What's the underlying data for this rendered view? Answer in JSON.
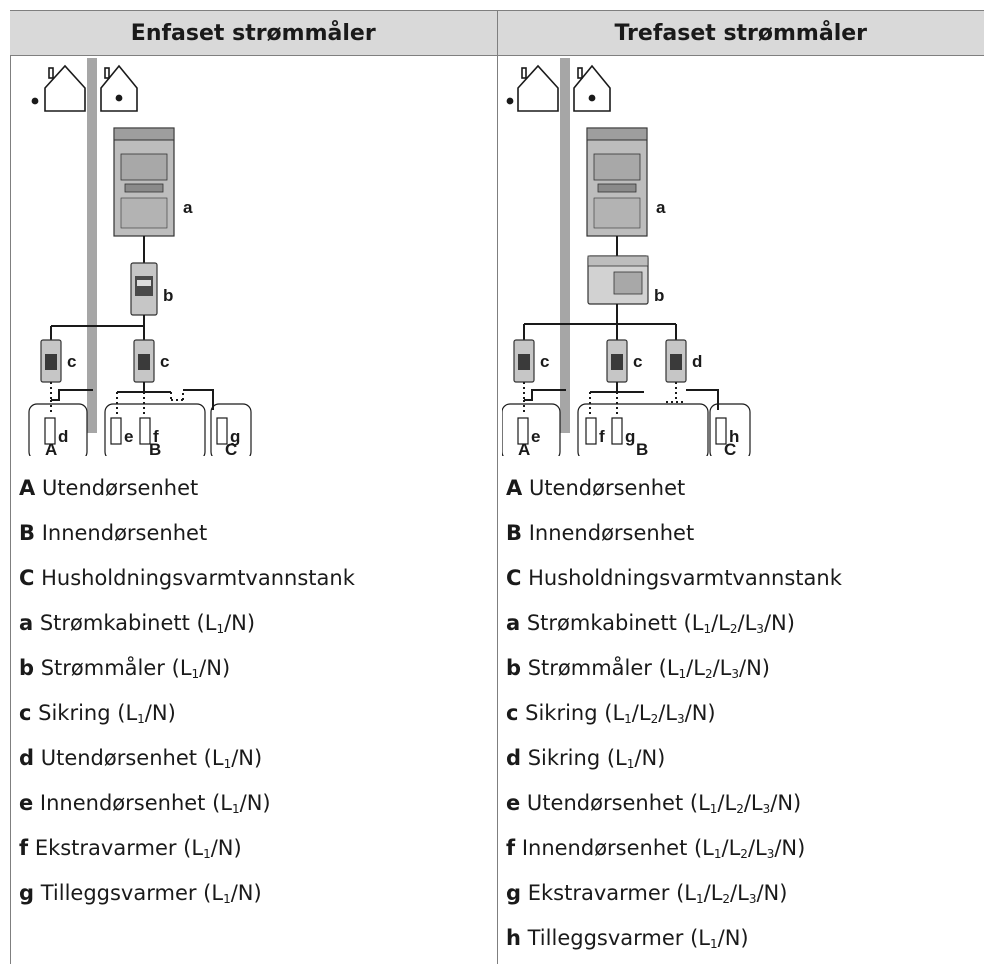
{
  "columns": [
    {
      "header": "Enfaset strømmåler",
      "diagram": {
        "zone_labels": [
          "A",
          "B",
          "C"
        ],
        "component_labels": {
          "cabinet": "a",
          "meter": "b",
          "fuse1": "c",
          "fuse2": "c",
          "outdoor": "d",
          "indoor1": "e",
          "indoor2": "f",
          "tank": "g"
        }
      },
      "legend": [
        {
          "key": "A",
          "text": "Utendørsenhet",
          "subs": []
        },
        {
          "key": "B",
          "text": "Innendørsenhet",
          "subs": []
        },
        {
          "key": "C",
          "text": "Husholdningsvarmtvannstank",
          "subs": []
        },
        {
          "key": "a",
          "text": "Strømkabinett (",
          "subs": [
            "1"
          ],
          "suffix": "/N)"
        },
        {
          "key": "b",
          "text": "Strømmåler (",
          "subs": [
            "1"
          ],
          "suffix": "/N)"
        },
        {
          "key": "c",
          "text": "Sikring (",
          "subs": [
            "1"
          ],
          "suffix": "/N)"
        },
        {
          "key": "d",
          "text": "Utendørsenhet (",
          "subs": [
            "1"
          ],
          "suffix": "/N)"
        },
        {
          "key": "e",
          "text": "Innendørsenhet (",
          "subs": [
            "1"
          ],
          "suffix": "/N)"
        },
        {
          "key": "f",
          "text": "Ekstravarmer (",
          "subs": [
            "1"
          ],
          "suffix": "/N)"
        },
        {
          "key": "g",
          "text": "Tilleggsvarmer (",
          "subs": [
            "1"
          ],
          "suffix": "/N)"
        }
      ]
    },
    {
      "header": "Trefaset strømmåler",
      "diagram": {
        "zone_labels": [
          "A",
          "B",
          "C"
        ],
        "component_labels": {
          "cabinet": "a",
          "meter": "b",
          "fuse1": "c",
          "fuse2": "c",
          "fuse3": "d",
          "outdoor": "e",
          "indoor1": "f",
          "indoor2": "g",
          "tank": "h"
        }
      },
      "legend": [
        {
          "key": "A",
          "text": "Utendørsenhet",
          "subs": []
        },
        {
          "key": "B",
          "text": "Innendørsenhet",
          "subs": []
        },
        {
          "key": "C",
          "text": "Husholdningsvarmtvannstank",
          "subs": []
        },
        {
          "key": "a",
          "text": "Strømkabinett (",
          "subs": [
            "1",
            "2",
            "3"
          ],
          "suffix": "/N)"
        },
        {
          "key": "b",
          "text": "Strømmåler (",
          "subs": [
            "1",
            "2",
            "3"
          ],
          "suffix": "/N)"
        },
        {
          "key": "c",
          "text": "Sikring (",
          "subs": [
            "1",
            "2",
            "3"
          ],
          "suffix": "/N)"
        },
        {
          "key": "d",
          "text": "Sikring (",
          "subs": [
            "1"
          ],
          "suffix": "/N)"
        },
        {
          "key": "e",
          "text": "Utendørsenhet (",
          "subs": [
            "1",
            "2",
            "3"
          ],
          "suffix": "/N)"
        },
        {
          "key": "f",
          "text": "Innendørsenhet (",
          "subs": [
            "1",
            "2",
            "3"
          ],
          "suffix": "/N)"
        },
        {
          "key": "g",
          "text": "Ekstravarmer (",
          "subs": [
            "1",
            "2",
            "3"
          ],
          "suffix": "/N)"
        },
        {
          "key": "h",
          "text": "Tilleggsvarmer (",
          "subs": [
            "1"
          ],
          "suffix": "/N)"
        }
      ]
    }
  ],
  "phase_letter": "L"
}
